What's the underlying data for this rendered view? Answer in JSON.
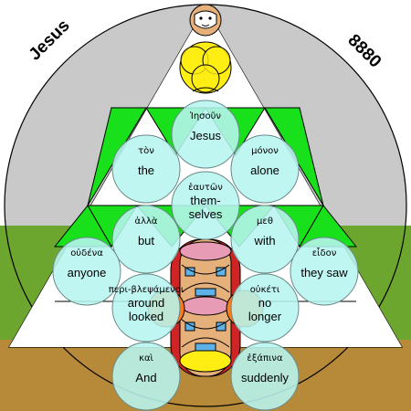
{
  "header": {
    "left_label": "Jesus",
    "right_label": "8880"
  },
  "colors": {
    "sky": "#ffffff",
    "disc": "#c9c9c9",
    "field_upper": "#6da62f",
    "field_lower": "#b78a3a",
    "triangle_white": "#ffffff",
    "triangle_green": "#18e01a",
    "bubble": "#b7f5f0",
    "bubble_stroke": "#6a8a88",
    "petal_pink": "#e79bb5",
    "petal_yellow": "#ffee14",
    "figure_tan": "#e6b07a",
    "window_blue": "#5fb2e8",
    "accent_red": "#d02424",
    "accent_orange": "#ff7b1a"
  },
  "words": [
    {
      "key": "w1",
      "greek": "Ἰησοῦν",
      "english": [
        "Jesus"
      ]
    },
    {
      "key": "w2",
      "greek": "τὸν",
      "english": [
        "the"
      ]
    },
    {
      "key": "w3",
      "greek": "μόνον",
      "english": [
        "alone"
      ]
    },
    {
      "key": "w4",
      "greek": "ἑαυτῶν",
      "english": [
        "them-",
        "selves"
      ]
    },
    {
      "key": "w5",
      "greek": "ἀλλὰ",
      "english": [
        "but"
      ]
    },
    {
      "key": "w6",
      "greek": "μεθ",
      "english": [
        "with"
      ]
    },
    {
      "key": "w7",
      "greek": "οὐδένα",
      "english": [
        "anyone"
      ]
    },
    {
      "key": "w8",
      "greek": "εἶδον",
      "english": [
        "they saw"
      ]
    },
    {
      "key": "w9",
      "greek": "περι-βλεψάμενοι",
      "english": [
        "around",
        "looked"
      ]
    },
    {
      "key": "w10",
      "greek": "οὐκέτι",
      "english": [
        "no",
        "longer"
      ]
    },
    {
      "key": "w11",
      "greek": "καὶ",
      "english": [
        "And"
      ]
    },
    {
      "key": "w12",
      "greek": "ἐξάπινα",
      "english": [
        "suddenly"
      ]
    }
  ]
}
